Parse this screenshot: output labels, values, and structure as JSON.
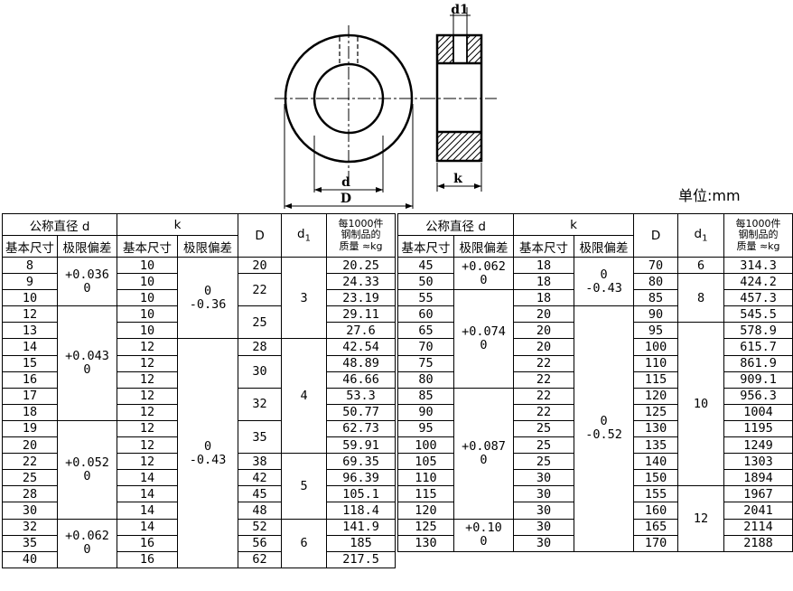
{
  "unit_label": "单位:mm",
  "header": {
    "nominal_d": "公称直径 d",
    "k": "k",
    "basic_size": "基本尺寸",
    "limit_dev": "极限偏差",
    "D": "D",
    "d1_base": "d",
    "d1_sub": "1",
    "mass_line1": "每1000件",
    "mass_line2": "钢制品的",
    "mass_line3": "质量 ≈kg"
  },
  "drawing": {
    "front_d": "d",
    "front_D": "D",
    "side_d1": "d1",
    "side_k": "k"
  },
  "left_table": {
    "d": [
      "8",
      "9",
      "10",
      "12",
      "13",
      "14",
      "15",
      "16",
      "17",
      "18",
      "19",
      "20",
      "22",
      "25",
      "28",
      "30",
      "32",
      "35",
      "40"
    ],
    "d_dev": [
      [
        "+0.036",
        "0"
      ],
      [
        "+0.043",
        "0"
      ],
      [
        "+0.052",
        "0"
      ],
      [
        "+0.062",
        "0"
      ]
    ],
    "k": [
      "10",
      "10",
      "10",
      "10",
      "10",
      "12",
      "12",
      "12",
      "12",
      "12",
      "12",
      "12",
      "12",
      "14",
      "14",
      "14",
      "14",
      "16",
      "16"
    ],
    "k_dev": [
      [
        "0",
        "-0.36"
      ],
      [
        "0",
        "-0.43"
      ]
    ],
    "D": [
      "20",
      "22",
      "25",
      "28",
      "30",
      "32",
      "35",
      "38",
      "42",
      "45",
      "48",
      "52",
      "56",
      "62"
    ],
    "d1": [
      "3",
      "4",
      "5",
      "6"
    ],
    "mass": [
      "20.25",
      "24.33",
      "23.19",
      "29.11",
      "27.6",
      "42.54",
      "48.89",
      "46.66",
      "53.3",
      "50.77",
      "62.73",
      "59.91",
      "69.35",
      "96.39",
      "105.1",
      "118.4",
      "141.9",
      "185",
      "217.5"
    ]
  },
  "right_table": {
    "d": [
      "45",
      "50",
      "55",
      "60",
      "65",
      "70",
      "75",
      "80",
      "85",
      "90",
      "95",
      "100",
      "105",
      "110",
      "115",
      "120",
      "125",
      "130"
    ],
    "d_dev": [
      [
        "+0.062",
        "0"
      ],
      [
        "+0.074",
        "0"
      ],
      [
        "+0.087",
        "0"
      ],
      [
        "+0.10",
        "0"
      ]
    ],
    "k": [
      "18",
      "18",
      "18",
      "20",
      "20",
      "20",
      "22",
      "22",
      "22",
      "22",
      "25",
      "25",
      "25",
      "30",
      "30",
      "30",
      "30",
      "30"
    ],
    "k_dev": [
      [
        "0",
        "-0.43"
      ],
      [
        "0",
        "-0.52"
      ]
    ],
    "D": [
      "70",
      "80",
      "85",
      "90",
      "95",
      "100",
      "110",
      "115",
      "120",
      "125",
      "130",
      "135",
      "140",
      "150",
      "155",
      "160",
      "165",
      "170"
    ],
    "d1": [
      "6",
      "8",
      "10",
      "12"
    ],
    "mass": [
      "314.3",
      "424.2",
      "457.3",
      "545.5",
      "578.9",
      "615.7",
      "861.9",
      "909.1",
      "956.3",
      "1004",
      "1195",
      "1249",
      "1303",
      "1894",
      "1967",
      "2041",
      "2114",
      "2188"
    ]
  }
}
